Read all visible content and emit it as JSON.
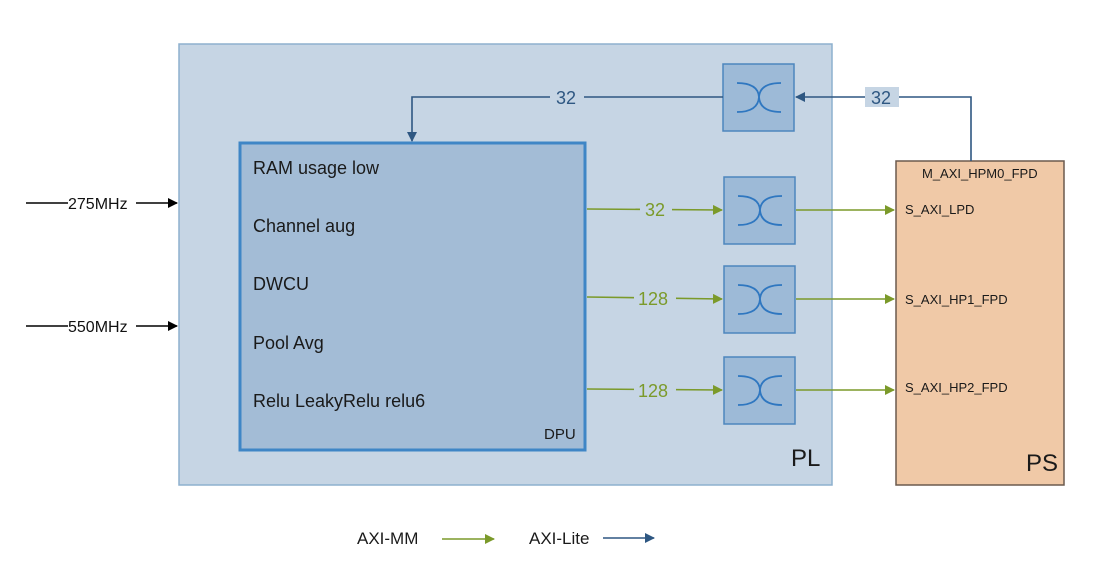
{
  "colors": {
    "pl_fill": "#c6d5e4",
    "pl_border": "#8db0ce",
    "dpu_fill": "#a3bcd6",
    "dpu_border": "#3f86c6",
    "ps_fill": "#f0c9a7",
    "ps_border": "#6b5a4e",
    "switch_fill": "#9dbad7",
    "switch_border": "#4d86bd",
    "axi_mm": "#7b9a2a",
    "axi_lite": "#2e5782"
  },
  "diagram": {
    "pl_label": "PL",
    "ps_label": "PS",
    "dpu": {
      "label": "DPU",
      "features": [
        "RAM usage low",
        "Channel aug",
        "DWCU",
        "Pool Avg",
        "Relu LeakyRelu relu6"
      ]
    },
    "clocks": [
      "275MHz",
      "550MHz"
    ],
    "ps_ports": {
      "master": "M_AXI_HPM0_FPD",
      "slaves": [
        "S_AXI_LPD",
        "S_AXI_HP1_FPD",
        "S_AXI_HP2_FPD"
      ]
    },
    "lite_widths": {
      "from_ps": "32",
      "to_dpu": "32"
    },
    "mm_widths": [
      "32",
      "128",
      "128"
    ]
  },
  "legend": {
    "axi_mm": "AXI-MM",
    "axi_lite": "AXI-Lite"
  }
}
